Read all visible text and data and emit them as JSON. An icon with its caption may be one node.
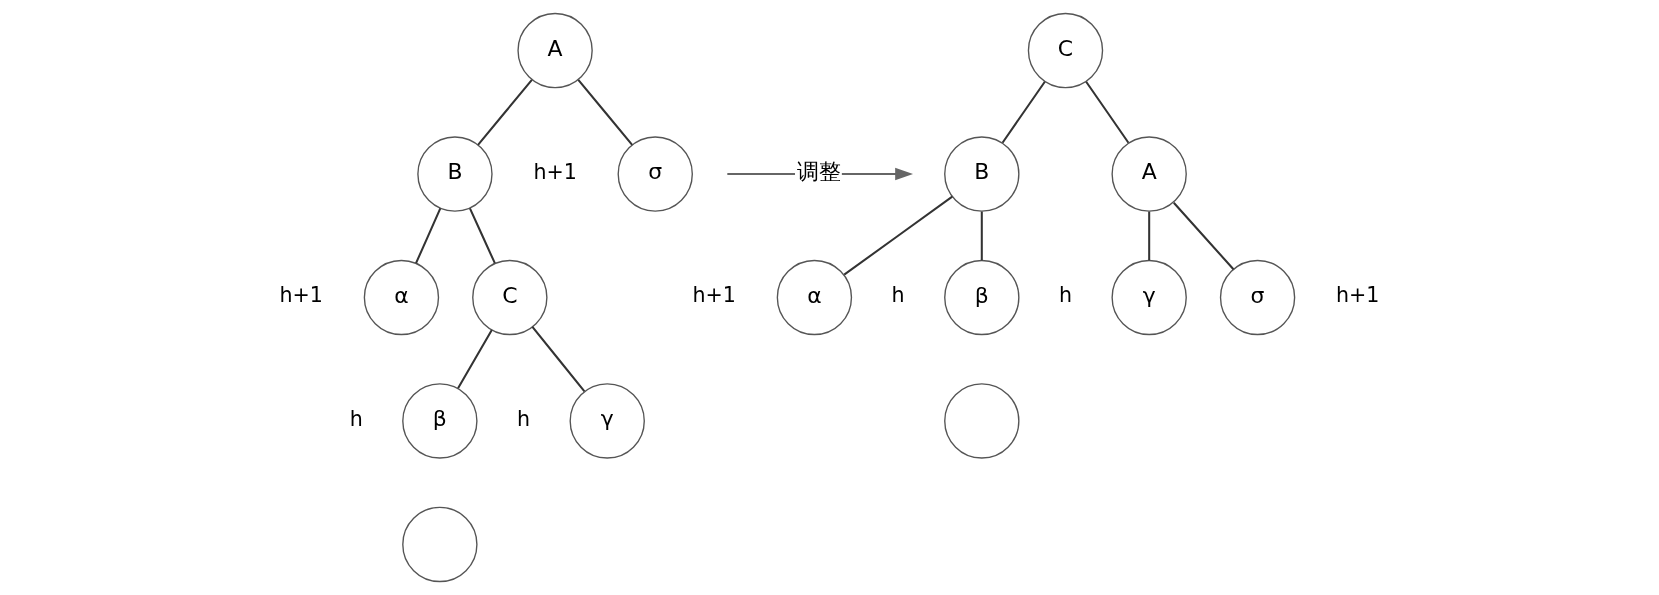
{
  "diagram": {
    "nodes": [
      {
        "text": [
          "A"
        ]
      },
      {
        "text": [
          "B"
        ]
      },
      {
        "text": [
          "σ"
        ],
        "beside": [
          "h+1"
        ]
      },
      {
        "text": [
          "α"
        ],
        "beside": [
          "h+1"
        ]
      },
      {
        "text": [
          "C"
        ]
      },
      {
        "text": [
          "β"
        ],
        "beside": [
          "h"
        ]
      },
      {
        "text": [
          "γ"
        ],
        "beside": [
          "h"
        ]
      },
      {
        "text": [],
        "shape": "circle"
      },
      {
        "text": [
          "调整"
        ]
      },
      {
        "text": [
          "C"
        ]
      },
      {
        "text": [
          "B"
        ]
      },
      {
        "text": [
          "A"
        ]
      },
      {
        "text": [
          "α"
        ],
        "beside": [
          "h+1"
        ]
      },
      {
        "text": [
          "β"
        ],
        "beside": [
          "h"
        ]
      },
      {
        "text": [
          "γ"
        ],
        "beside": [
          "h"
        ]
      },
      {
        "text": [
          "σ"
        ],
        "beside": [
          "h+1"
        ]
      },
      {
        "text": [],
        "shape": "circle"
      }
    ],
    "edges": [
      {
        "from": 0,
        "to": 1,
        "arrow": "none"
      },
      {
        "from": 0,
        "to": 2,
        "arrow": "none"
      },
      {
        "from": 1,
        "to": 3,
        "arrow": "none"
      },
      {
        "from": 1,
        "to": 4,
        "arrow": "none"
      },
      {
        "from": 4,
        "to": 5,
        "arrow": "none"
      },
      {
        "from": 4,
        "to": 6,
        "arrow": "none"
      },
      {
        "from": null,
        "to": 8,
        "arrow": "none",
        "color": "#666666"
      },
      {
        "from": 8,
        "to": null,
        "arrow": "to",
        "color": "#666666"
      },
      {
        "from": 9,
        "to": 10,
        "arrow": "none"
      },
      {
        "from": 9,
        "to": 11,
        "arrow": "none"
      },
      {
        "from": 10,
        "to": 12,
        "arrow": "none"
      },
      {
        "from": 10,
        "to": 13,
        "arrow": "none"
      },
      {
        "from": 11,
        "to": 14,
        "arrow": "none"
      },
      {
        "from": 11,
        "to": 15,
        "arrow": "none"
      }
    ]
  }
}
